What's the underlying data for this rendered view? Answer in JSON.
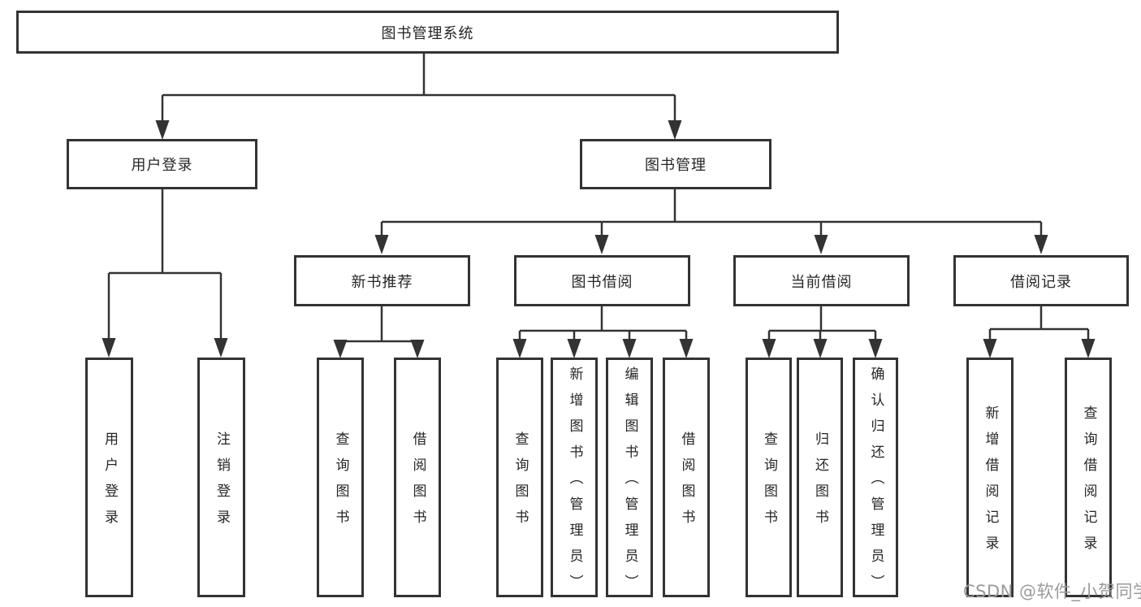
{
  "diagram_title": "图书管理系统",
  "colors": {
    "line": "#333333",
    "box_border": "#333333",
    "box_fill": "#ffffff",
    "text": "#262626",
    "watermark": "#9a9a9a"
  },
  "tree": {
    "root": {
      "label": "图书管理系统"
    },
    "modules": [
      {
        "label": "用户登录",
        "children": [
          {
            "label": "用户登录"
          },
          {
            "label": "注销登录"
          }
        ]
      },
      {
        "label": "图书管理",
        "children": [
          {
            "label": "新书推荐",
            "children": [
              {
                "label": "查询图书"
              },
              {
                "label": "借阅图书"
              }
            ]
          },
          {
            "label": "图书借阅",
            "children": [
              {
                "label": "查询图书"
              },
              {
                "label": "新增图书（管理员）"
              },
              {
                "label": "编辑图书（管理员）"
              },
              {
                "label": "借阅图书"
              }
            ]
          },
          {
            "label": "当前借阅",
            "children": [
              {
                "label": "查询图书"
              },
              {
                "label": "归还图书"
              },
              {
                "label": "确认归还（管理员）"
              }
            ]
          },
          {
            "label": "借阅记录",
            "children": [
              {
                "label": "新增借阅记录"
              },
              {
                "label": "查询借阅记录"
              }
            ]
          }
        ]
      }
    ]
  },
  "watermark": "CSDN @软件_小贺同学"
}
